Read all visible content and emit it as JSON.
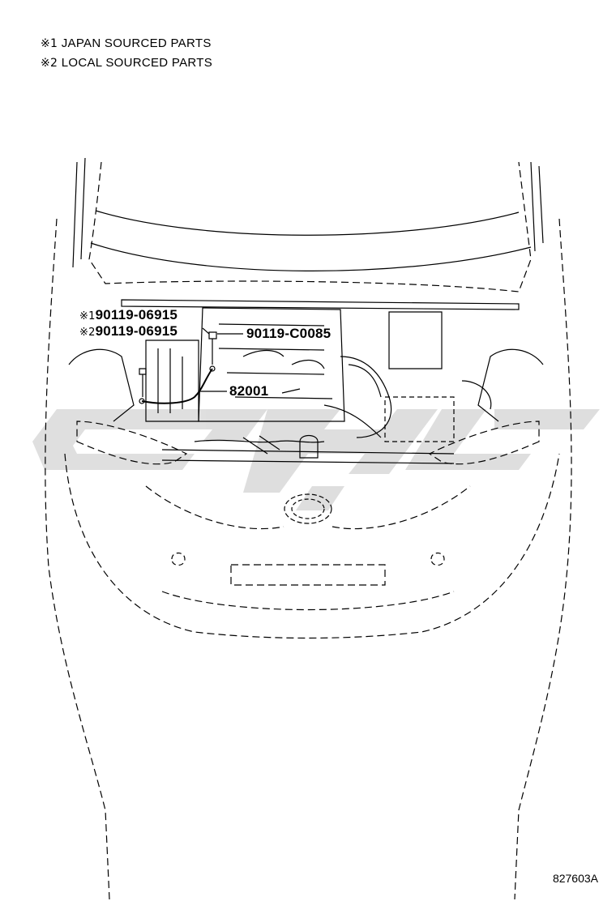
{
  "legend": [
    {
      "mark": "※1",
      "text": "JAPAN SOURCED PARTS"
    },
    {
      "mark": "※2",
      "text": "LOCAL SOURCED PARTS"
    }
  ],
  "callouts": {
    "bolt_japan": {
      "mark": "※1",
      "part": "90119-06915"
    },
    "bolt_local": {
      "mark": "※2",
      "part": "90119-06915"
    },
    "bolt_right": {
      "part": "90119-C0085"
    },
    "cable": {
      "part": "82001"
    }
  },
  "watermark": {
    "color": "#d9d9d9"
  },
  "figure_id": "827603A"
}
